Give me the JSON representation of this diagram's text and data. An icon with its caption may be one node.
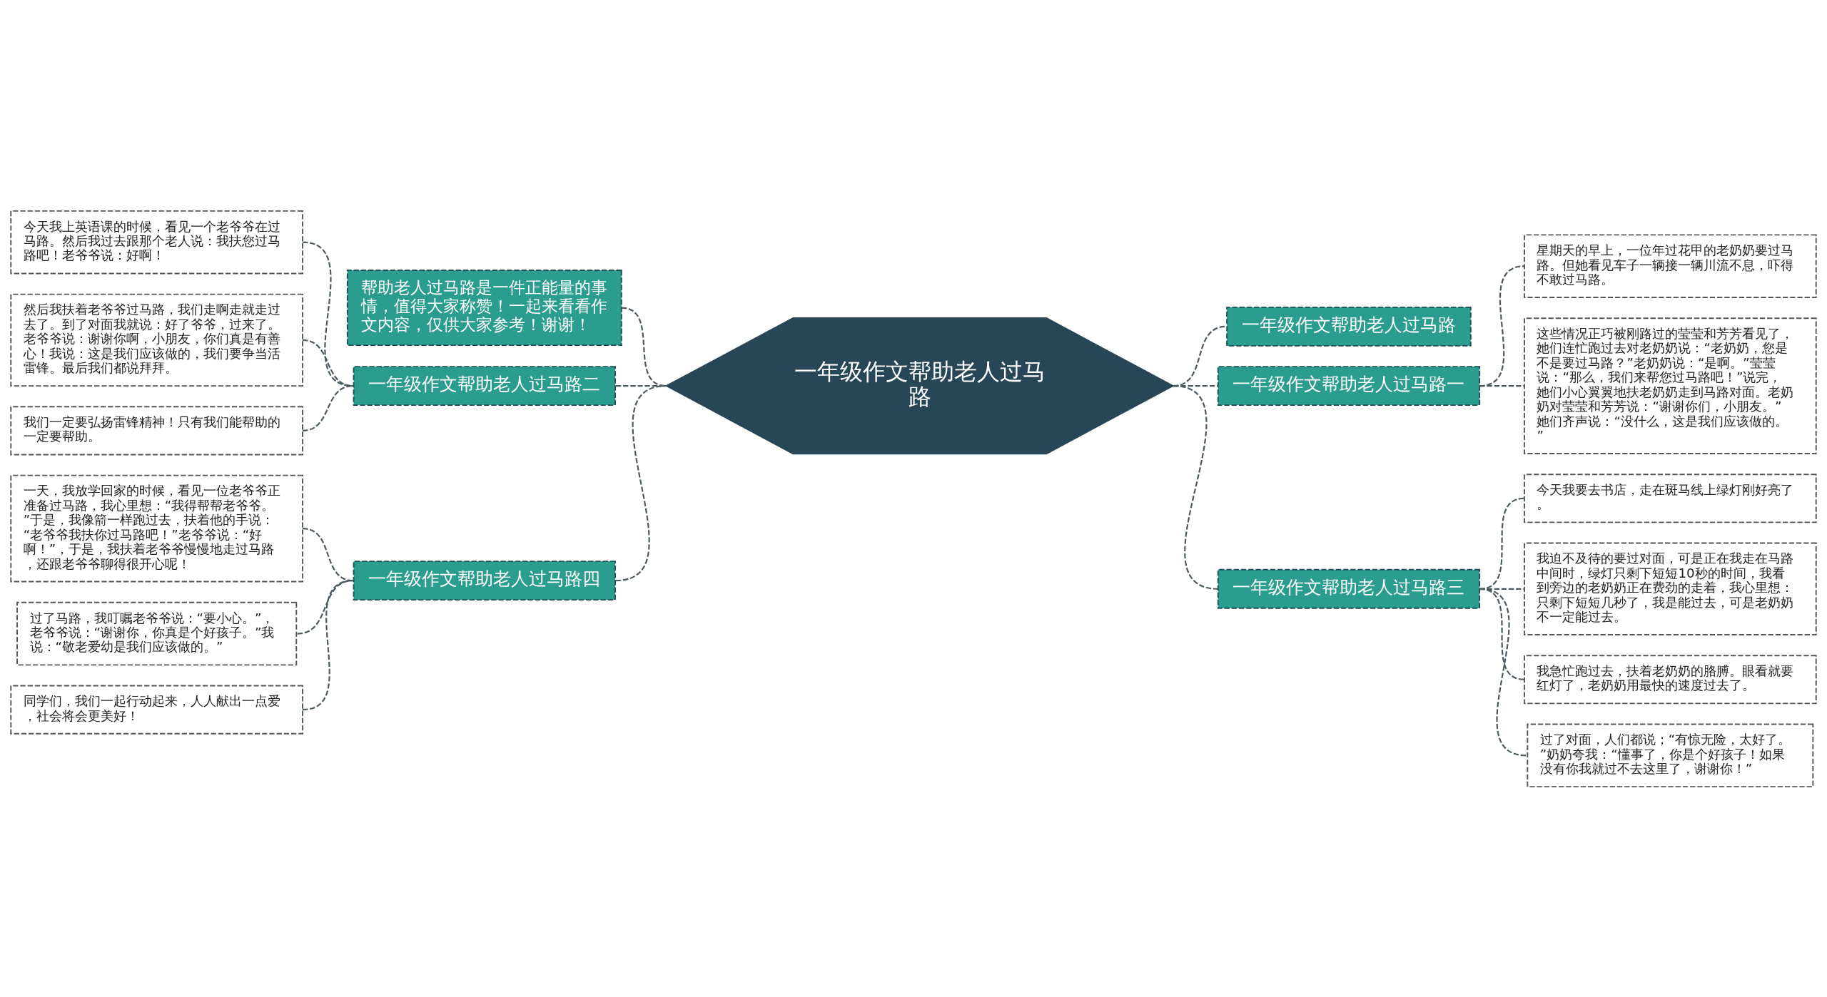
{
  "diagram": {
    "nodes": [
      {
        "text": [
          "一年级作文帮助老人过马路"
        ]
      },
      {
        "text": [
          "一年级作文帮助老人过马路"
        ]
      },
      {
        "text": [
          "一年级作文帮助老人过马路一"
        ]
      },
      {
        "text": [
          "星期天的早上，一位年过花甲的老奶奶要过马路。但她看见车子一辆接一辆川流不息，吓得不敢过马路。"
        ]
      },
      {
        "text": [
          "这些情况正巧被刚路过的莹莹和芳芳看见了，她们连忙跑过去对老奶奶说：“老奶奶，您是不是要过马路？”老奶奶说：“是啊。”莹莹说：“那么，我们来帮您过马路吧！”说完，她们小心翼翼地扶老奶奶走到马路对面。老奶奶对莹莹和芳芳说：“谢谢你们，小朋友。”她们齐声说：“没什么，这是我们应该做的。”"
        ]
      },
      {
        "text": [
          "一年级作文帮助老人过马路三"
        ]
      },
      {
        "text": [
          "今天我要去书店，走在斑马线上绿灯刚好亮了。"
        ]
      },
      {
        "text": [
          "我迫不及待的要过对面，可是正在我走在马路中间时，绿灯只剩下短短10秒的时间，我看到旁边的老奶奶正在费劲的走着，我心里想：只剩下短短几秒了，我是能过去，可是老奶奶不一定能过去。"
        ]
      },
      {
        "text": [
          "我急忙跑过去，扶着老奶奶的胳膊。眼看就要红灯了，老奶奶用最快的速度过去了。"
        ]
      },
      {
        "text": [
          "过了对面，人们都说；“有惊无险，太好了。”奶奶夸我：“懂事了，你是个好孩子！如果没有你我就过不去这里了，谢谢你！”"
        ]
      },
      {
        "text": [
          "帮助老人过马路是一件正能量的事情，值得大家称赞！一起来看看作文内容，仅供大家参考！谢谢！"
        ]
      },
      {
        "text": [
          "一年级作文帮助老人过马路二"
        ]
      },
      {
        "text": [
          "今天我上英语课的时候，看见一个老爷爷在过马路。然后我过去跟那个老人说：我扶您过马路吧！老爷爷说：好啊！"
        ]
      },
      {
        "text": [
          "然后我扶着老爷爷过马路，我们走啊走就走过去了。到了对面我就说：好了爷爷，过来了。老爷爷说：谢谢你啊，小朋友，你们真是有善心！我说：这是我们应该做的，我们要争当活雷锋。最后我们都说拜拜。"
        ]
      },
      {
        "text": [
          "我们一定要弘扬雷锋精神！只有我们能帮助的一定要帮助。"
        ]
      },
      {
        "text": [
          "一年级作文帮助老人过马路四"
        ]
      },
      {
        "text": [
          "一天，我放学回家的时候，看见一位老爷爷正准备过马路，我心里想：“我得帮帮老爷爷。”于是，我像箭一样跑过去，扶着他的手说：“老爷爷我扶你过马路吧！”老爷爷说：“好啊！”，于是，我扶着老爷爷慢慢地走过马路，还跟老爷爷聊得很开心呢！"
        ]
      },
      {
        "text": [
          "过了马路，我叮嘱老爷爷说：“要小心。”，老爷爷说：“谢谢你，你真是个好孩子。”我说：“敬老爱幼是我们应该做的。”"
        ]
      },
      {
        "text": [
          "同学们，我们一起行动起来，人人献出一点爱，社会将会更美好！"
        ]
      }
    ],
    "edges": [
      {
        "from": 0,
        "to": 1,
        "arrow": "none",
        "style": "dashed"
      },
      {
        "from": 0,
        "to": 2,
        "arrow": "none",
        "style": "dashed"
      },
      {
        "from": 2,
        "to": 3,
        "arrow": "none",
        "style": "dashed"
      },
      {
        "from": 2,
        "to": 4,
        "arrow": "none",
        "style": "dashed"
      },
      {
        "from": 0,
        "to": 5,
        "arrow": "none",
        "style": "dashed"
      },
      {
        "from": 5,
        "to": 6,
        "arrow": "none",
        "style": "dashed"
      },
      {
        "from": 5,
        "to": 7,
        "arrow": "none",
        "style": "dashed"
      },
      {
        "from": 5,
        "to": 8,
        "arrow": "none",
        "style": "dashed"
      },
      {
        "from": 5,
        "to": 9,
        "arrow": "none",
        "style": "dashed"
      },
      {
        "from": 0,
        "to": 10,
        "arrow": "none",
        "style": "dashed"
      },
      {
        "from": 0,
        "to": 11,
        "arrow": "none",
        "style": "dashed"
      },
      {
        "from": 11,
        "to": 12,
        "arrow": "none",
        "style": "dashed"
      },
      {
        "from": 11,
        "to": 13,
        "arrow": "none",
        "style": "dashed"
      },
      {
        "from": 11,
        "to": 14,
        "arrow": "none",
        "style": "dashed"
      },
      {
        "from": 0,
        "to": 15,
        "arrow": "none",
        "style": "dashed"
      },
      {
        "from": 15,
        "to": 16,
        "arrow": "none",
        "style": "dashed"
      },
      {
        "from": 15,
        "to": 17,
        "arrow": "none",
        "style": "dashed"
      },
      {
        "from": 15,
        "to": 18,
        "arrow": "none",
        "style": "dashed"
      }
    ]
  }
}
